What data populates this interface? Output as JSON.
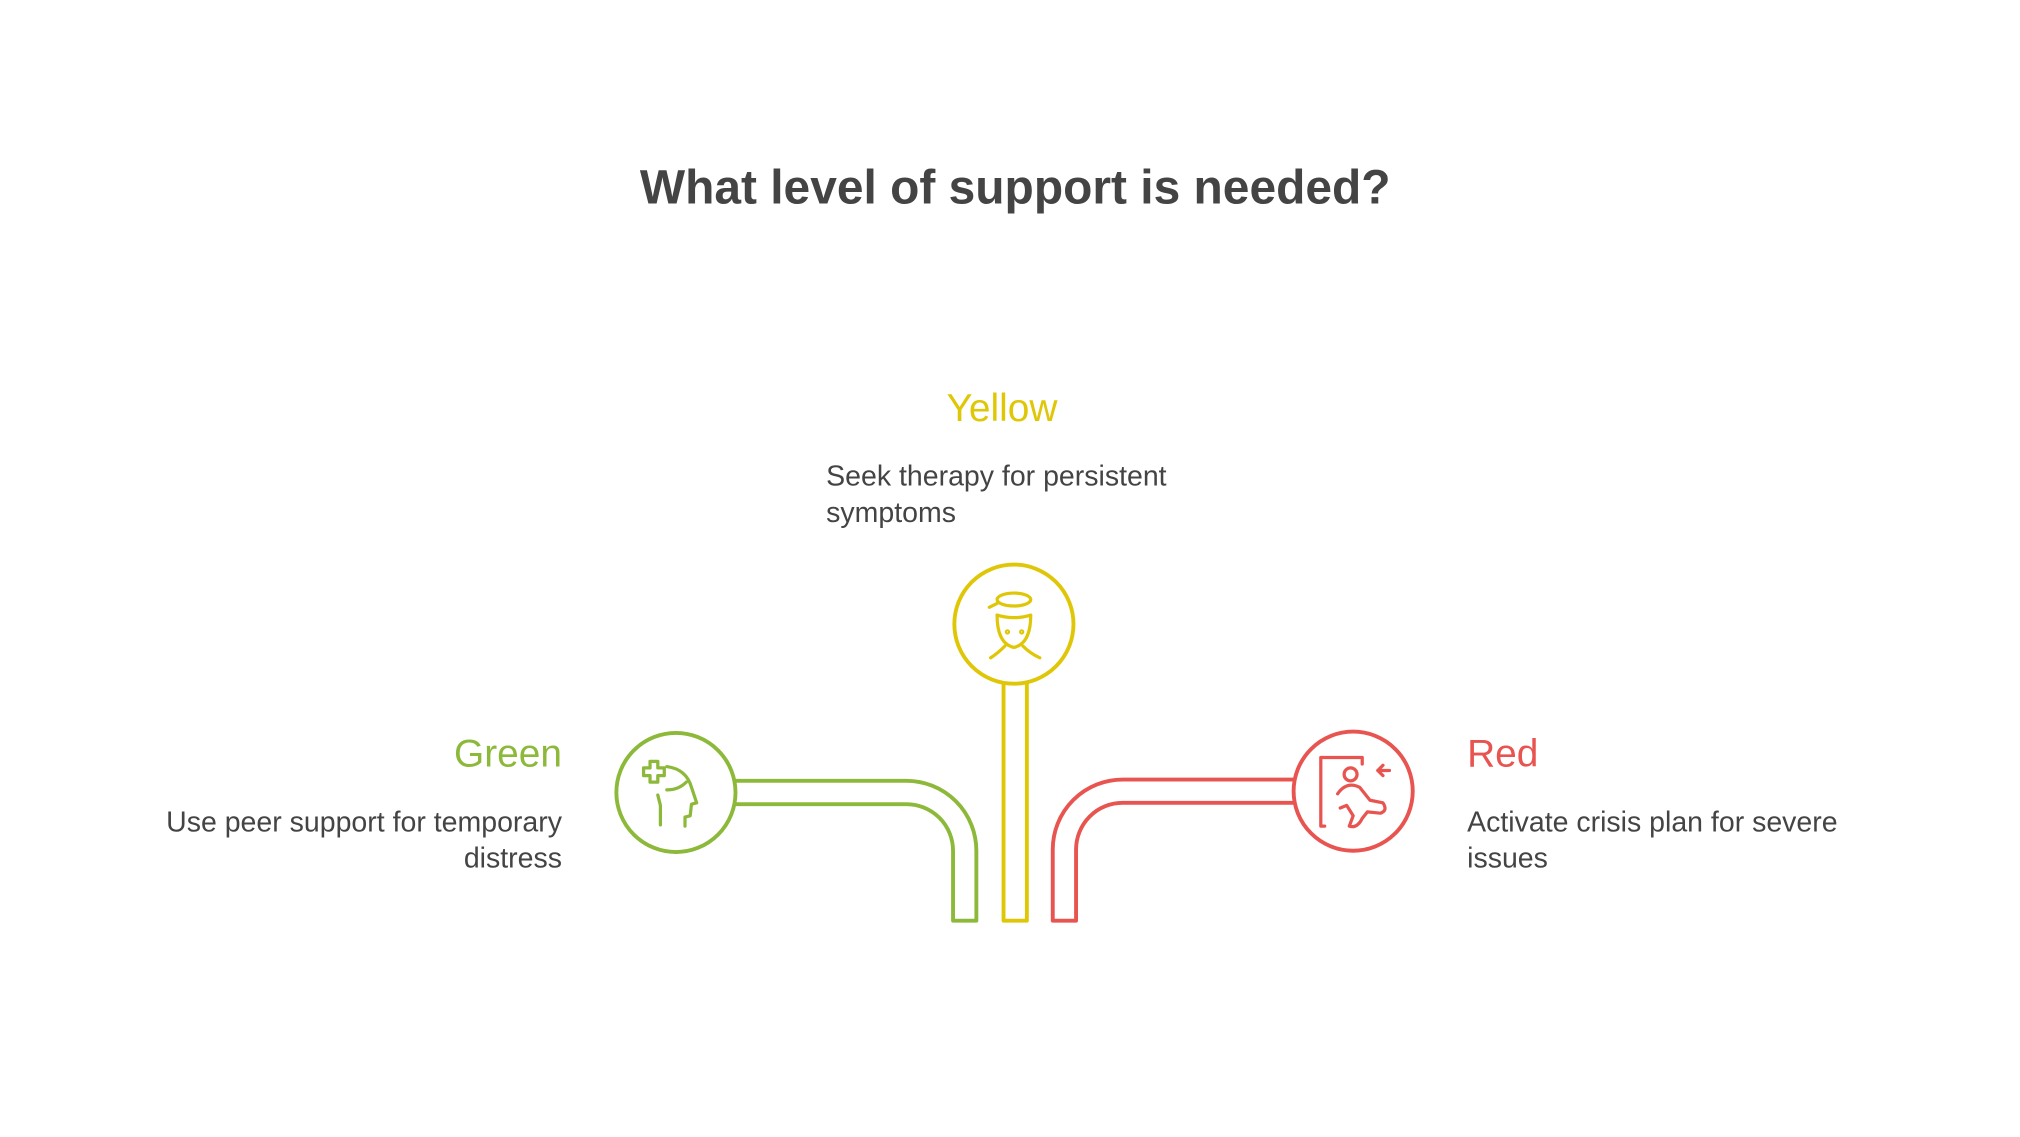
{
  "title": "What level of support is needed?",
  "colors": {
    "green": "#8DB93A",
    "yellow": "#DFC708",
    "red": "#E85450",
    "text": "#444444"
  },
  "options": [
    {
      "label": "Green",
      "description_lines": [
        "Use peer support for temporary",
        "distress"
      ],
      "icon": "head-health-icon"
    },
    {
      "label": "Yellow",
      "description_lines": [
        "Seek therapy for persistent",
        "symptoms"
      ],
      "icon": "therapist-icon"
    },
    {
      "label": "Red",
      "description_lines": [
        "Activate crisis plan for severe",
        "issues"
      ],
      "icon": "emergency-exit-icon"
    }
  ]
}
